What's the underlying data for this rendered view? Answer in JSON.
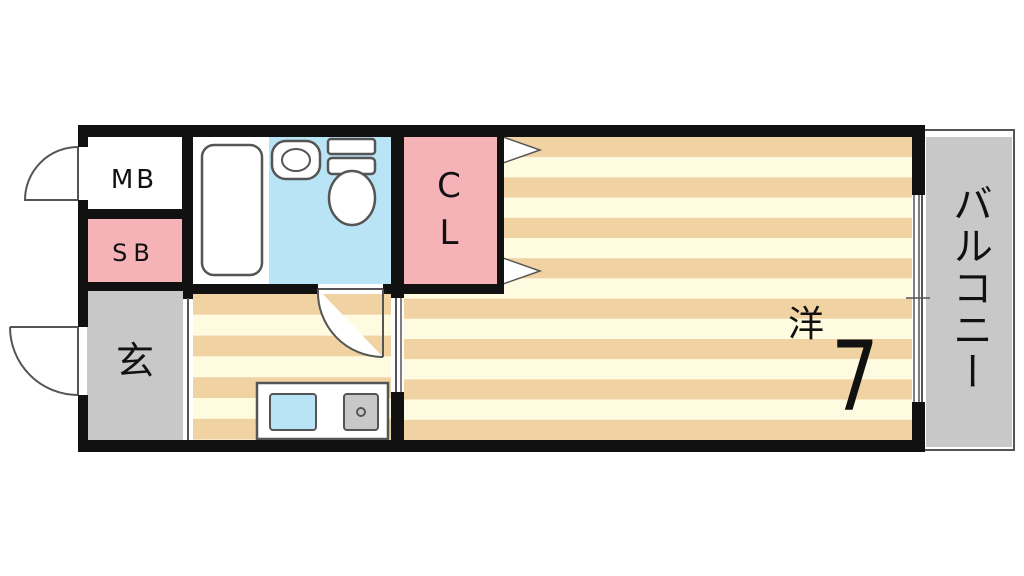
{
  "rooms": {
    "meter_box": {
      "label": "MB"
    },
    "storage_box": {
      "label": "SB"
    },
    "entrance": {
      "label": "玄"
    },
    "closet": {
      "label_line1": "C",
      "label_line2": "L"
    },
    "western_room": {
      "label": "洋",
      "size": "7"
    },
    "balcony": {
      "label": "バルコニー"
    }
  },
  "colors": {
    "wall": "#111111",
    "closet": "#f5b3b8",
    "storage": "#f5b3b8",
    "bathroom": "#b9e4f6",
    "entrance": "#c8c8c8",
    "balcony": "#c8c8c8",
    "floor_stripe_tan": "#f1d2a2",
    "floor_stripe_cream": "#fffbe0",
    "fixture_white": "#ffffff",
    "fixture_outline": "#555555"
  }
}
